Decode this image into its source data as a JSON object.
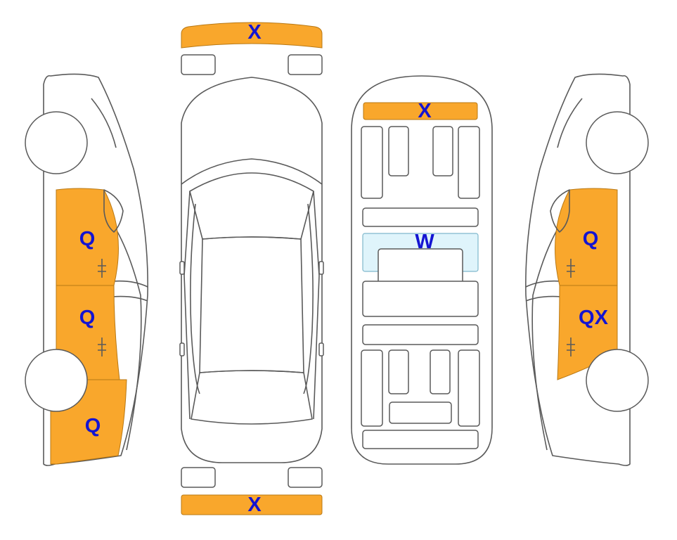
{
  "colors": {
    "damage": "#F9A72C",
    "damage_edge": "#B87814",
    "glass": "#DFF4FB",
    "label": "#1414D2",
    "outline": "#5A5A5A"
  },
  "marks": {
    "front_bumper": "X",
    "rear_bumper": "X",
    "floor_front_panel": "X",
    "floor_center_panel": "W",
    "left_front_door": "Q",
    "left_rear_door": "Q",
    "left_rear_quarter": "Q",
    "right_front_door": "Q",
    "right_rear_door": "QX"
  }
}
